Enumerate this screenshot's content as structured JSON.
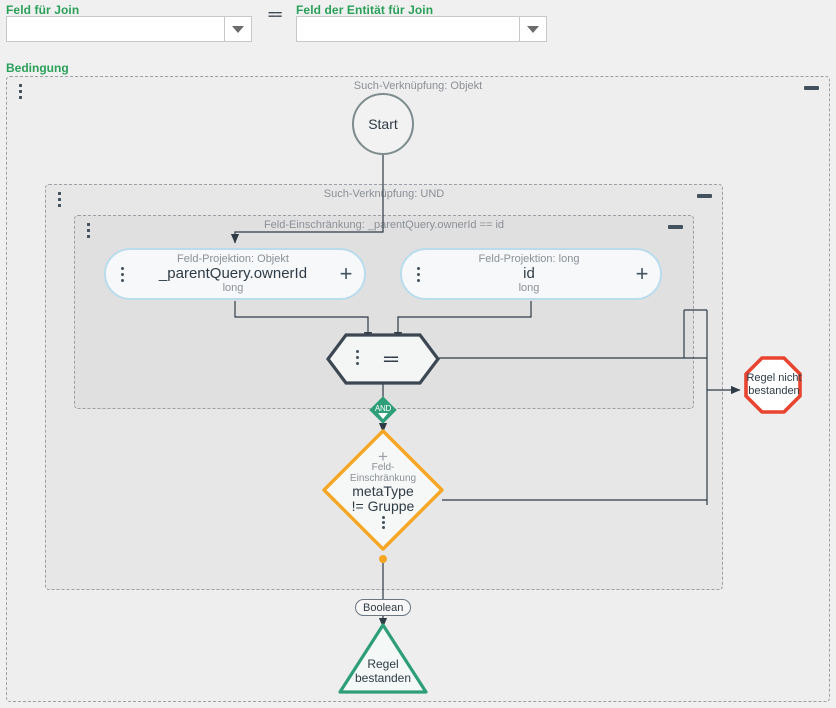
{
  "form": {
    "left_field": {
      "label": "Feld für Join",
      "value": "",
      "placeholder": ""
    },
    "operator": "==",
    "right_field": {
      "label": "Feld der Entität für Join",
      "value": "",
      "placeholder": ""
    }
  },
  "condition": {
    "label": "Bedingung",
    "groups": {
      "outer": {
        "title": "Such-Verknüpfung: Objekt",
        "collapse": "−"
      },
      "and": {
        "title": "Such-Verknüpfung: UND",
        "collapse": "−"
      },
      "restriction": {
        "title": "Feld-Einschränkung: _parentQuery.ownerId == id",
        "collapse": "−"
      }
    },
    "nodes": {
      "start": {
        "label": "Start"
      },
      "projection_left": {
        "type": "Feld-Projektion: Objekt",
        "name": "_parentQuery.ownerId",
        "datatype": "long",
        "add": "+"
      },
      "projection_right": {
        "type": "Feld-Projektion: long",
        "name": "id",
        "datatype": "long",
        "add": "+"
      },
      "comparator": {
        "label": "=="
      },
      "and_connector": {
        "label": "AND"
      },
      "field_restriction": {
        "add": "+",
        "type_line1": "Feld-",
        "type_line2": "Einschränkung",
        "name_line1": "metaType",
        "name_line2": "!= Gruppe"
      },
      "boolean_pill": {
        "label": "Boolean"
      },
      "rule_passed": {
        "line1": "Regel",
        "line2": "bestanden"
      },
      "rule_failed": {
        "line1": "Regel nicht",
        "line2": "bestanden"
      }
    }
  },
  "colors": {
    "accent_green": "#2aa05a",
    "node_green": "#2e9e78",
    "node_orange": "#f5a623",
    "node_red": "#e8442f",
    "node_blue": "#b9dced",
    "edge": "#2f3b45",
    "muted_text": "#8b9096"
  }
}
